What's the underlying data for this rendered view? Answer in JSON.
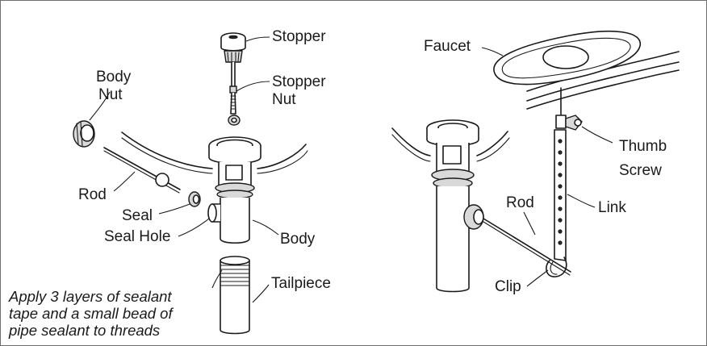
{
  "left_view": {
    "labels": {
      "stopper": "Stopper",
      "stopper_nut_1": "Stopper",
      "stopper_nut_2": "Nut",
      "body_nut_1": "Body",
      "body_nut_2": "Nut",
      "rod": "Rod",
      "seal": "Seal",
      "seal_hole": "Seal Hole",
      "body": "Body",
      "tailpiece": "Tailpiece"
    },
    "note_lines": [
      "Apply 3 layers of sealant",
      "tape and a small bead of",
      "pipe sealant to threads"
    ]
  },
  "right_view": {
    "labels": {
      "faucet": "Faucet",
      "thumb_screw_1": "Thumb",
      "thumb_screw_2": "Screw",
      "rod": "Rod",
      "link": "Link",
      "clip": "Clip"
    }
  }
}
